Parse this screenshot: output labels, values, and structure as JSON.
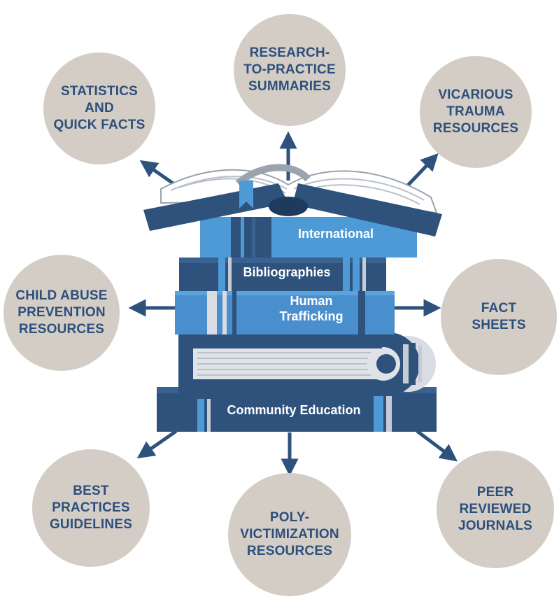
{
  "colors": {
    "circle_fill": "#d3cdc6",
    "label_text": "#2d4f7c",
    "book_dark": "#2e527c",
    "book_light": "#4d9ad6",
    "arrow": "#2e527c"
  },
  "resources": [
    {
      "id": "research",
      "label": "RESEARCH-\nTO-PRACTICE\nSUMMARIES"
    },
    {
      "id": "statistics",
      "label": "STATISTICS\nAND\nQUICK FACTS"
    },
    {
      "id": "vicarious",
      "label": "VICARIOUS\nTRAUMA\nRESOURCES"
    },
    {
      "id": "child-abuse",
      "label": "CHILD ABUSE\nPREVENTION\nRESOURCES"
    },
    {
      "id": "fact-sheets",
      "label": "FACT\nSHEETS"
    },
    {
      "id": "best-practices",
      "label": "BEST\nPRACTICES\nGUIDELINES"
    },
    {
      "id": "poly",
      "label": "POLY-\nVICTIMIZATION\nRESOURCES"
    },
    {
      "id": "peer",
      "label": "PEER\nREVIEWED\nJOURNALS"
    }
  ],
  "books": {
    "international": "International",
    "bibliographies": "Bibliographies",
    "human_trafficking": "Human\nTrafficking",
    "community_education": "Community Education"
  },
  "icons": {
    "arrow": "arrow-icon",
    "open_book": "open-book-icon",
    "bookmark": "bookmark-icon",
    "rolled_book": "rolled-book-icon"
  }
}
